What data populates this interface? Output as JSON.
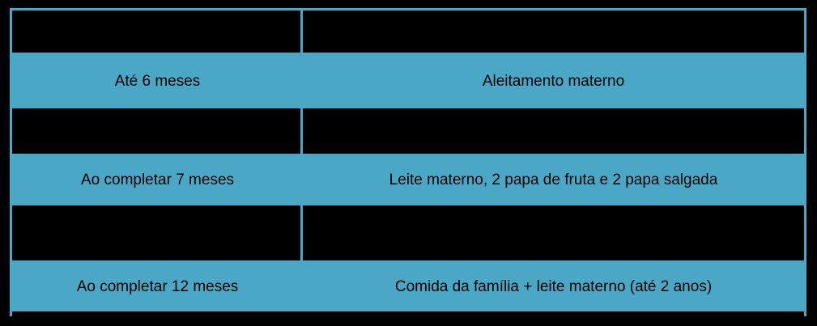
{
  "table": {
    "accent_color": "#4aa8c6",
    "background_color": "#000000",
    "text_color": "#000000",
    "rows": [
      {
        "age": "Até 6 meses",
        "feeding": "Aleitamento materno"
      },
      {
        "age": "Ao completar 7 meses",
        "feeding": "Leite materno, 2 papa de fruta e 2 papa salgada"
      },
      {
        "age": "Ao completar 12 meses",
        "feeding": "Comida da família + leite materno (até 2 anos)"
      }
    ]
  }
}
